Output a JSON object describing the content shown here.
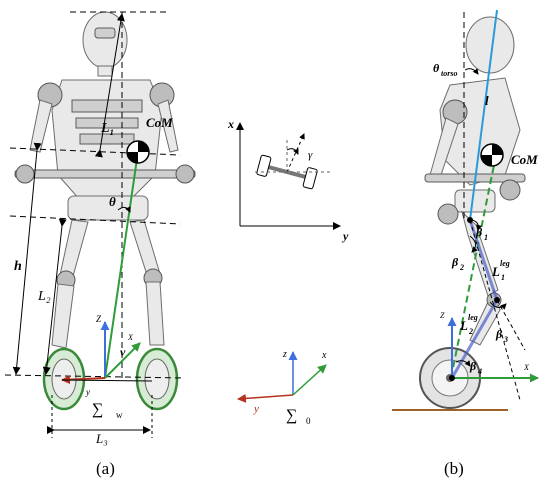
{
  "panel_a": {
    "caption": "(a)",
    "com_label": "CoM",
    "L1": "L₁",
    "L2": "L₂",
    "L3": "L₃",
    "h": "h",
    "theta": "θ",
    "v": "v",
    "z": "Z",
    "x": "X",
    "y": "y",
    "sigma": "∑",
    "sigma_sub": "w"
  },
  "panel_mid": {
    "x": "x",
    "y": "y",
    "gamma": "γ",
    "z0": "z",
    "x0": "x",
    "y0": "y",
    "sigma": "∑",
    "sigma_sub": "0"
  },
  "panel_b": {
    "caption": "(b)",
    "com_label": "CoM",
    "theta": "θ",
    "theta_sub": "torso",
    "l": "l",
    "beta1": "β",
    "beta1_sub": "1",
    "beta2": "β",
    "beta2_sub": "2",
    "beta3": "β",
    "beta3_sub": "3",
    "beta4": "β",
    "beta4_sub": "4",
    "L1": "L",
    "L1_sub": "1",
    "L1_sup": "leg",
    "L2": "L",
    "L2_sub": "2",
    "L2_sup": "leg",
    "z": "Z",
    "x": "X"
  }
}
